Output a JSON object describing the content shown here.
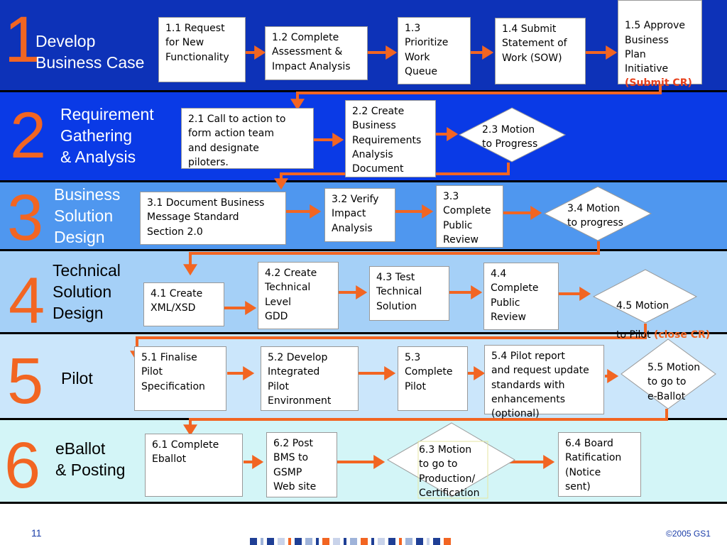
{
  "colors": {
    "band1": "#0d32b8",
    "band2": "#0a3ae6",
    "band3": "#4f97ef",
    "band4": "#a5d0f7",
    "band5": "#cbe6fb",
    "band6": "#d3f5f7",
    "accent": "#f26522",
    "page_number": "#1a3da8"
  },
  "stages": [
    {
      "number": "1",
      "title": "Develop\nBusiness Case"
    },
    {
      "number": "2",
      "title": "Requirement\nGathering\n& Analysis"
    },
    {
      "number": "3",
      "title": "Business\nSolution\nDesign"
    },
    {
      "number": "4",
      "title": "Technical\nSolution\nDesign"
    },
    {
      "number": "5",
      "title": "Pilot"
    },
    {
      "number": "6",
      "title": "eBallot\n& Posting"
    }
  ],
  "steps": {
    "s1_1": "1.1 Request\nfor New\nFunctionality",
    "s1_2": "1.2 Complete\nAssessment &\nImpact Analysis",
    "s1_3": "1.3\nPrioritize\nWork\nQueue",
    "s1_4": "1.4 Submit\nStatement of\nWork (SOW)",
    "s1_5": "1.5 Approve\nBusiness\nPlan\nInitiative",
    "s1_5_note": "(Submit CR)",
    "s2_1": "2.1 Call to action to\nform action team\nand designate\npiloters.",
    "s2_2": "2.2 Create\nBusiness\nRequirements\nAnalysis\nDocument",
    "s2_3": "2.3 Motion\nto Progress",
    "s3_1": "3.1 Document Business\nMessage Standard\nSection 2.0",
    "s3_2": "3.2 Verify\nImpact\nAnalysis",
    "s3_3": "3.3\nComplete\nPublic\nReview",
    "s3_4": "3.4 Motion\nto progress",
    "s4_1": "4.1 Create\nXML/XSD",
    "s4_2": "4.2 Create\nTechnical\nLevel\nGDD",
    "s4_3": "4.3 Test\nTechnical\nSolution",
    "s4_4": "4.4\nComplete\nPublic\nReview",
    "s4_5_line1": "4.5 Motion",
    "s4_5_line2": "to Pilot ",
    "s4_5_note": "(close CR)",
    "s5_1": "5.1 Finalise\nPilot\nSpecification",
    "s5_2": "5.2 Develop\nIntegrated\nPilot\nEnvironment",
    "s5_3": "5.3\nComplete\nPilot",
    "s5_4": "5.4 Pilot report\nand request update\nstandards with\nenhancements\n(optional)",
    "s5_5": "5.5 Motion\nto go to\ne-Ballot",
    "s6_1": "6.1 Complete\nEballot",
    "s6_2": "6.2 Post\nBMS to\nGSMP\nWeb site",
    "s6_3": "6.3 Motion\nto go to\nProduction/\nCertification",
    "s6_4": "6.4 Board\nRatification\n(Notice\nsent)"
  },
  "footer": {
    "page_number": "11",
    "copyright": "©2005 GS1"
  }
}
